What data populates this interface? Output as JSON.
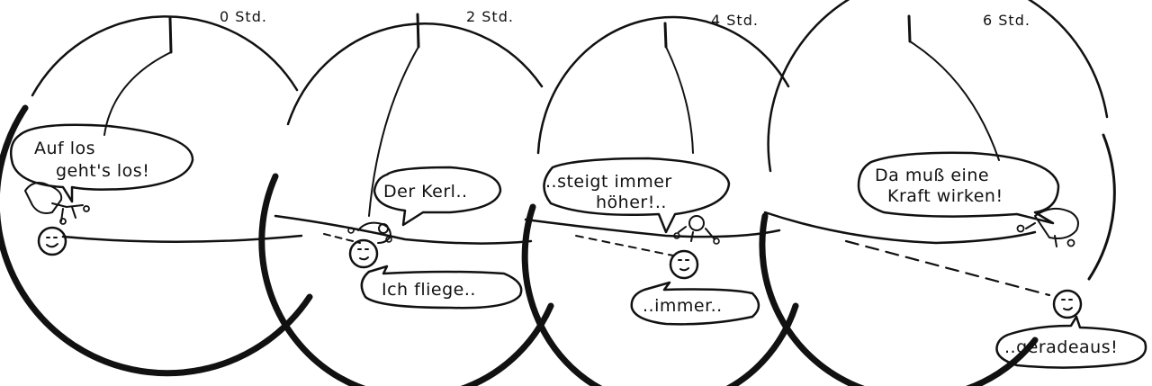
{
  "panels": [
    {
      "time_label": "0 Std.",
      "speech": [
        {
          "lines": [
            "Auf los",
            "geht's los!"
          ]
        }
      ]
    },
    {
      "time_label": "2 Std.",
      "speech": [
        {
          "lines": [
            "Der Kerl.."
          ]
        },
        {
          "lines": [
            "Ich fliege.."
          ]
        }
      ]
    },
    {
      "time_label": "4 Std.",
      "speech": [
        {
          "lines": [
            "..steigt immer",
            "höher!.."
          ]
        },
        {
          "lines": [
            "..immer.."
          ]
        }
      ]
    },
    {
      "time_label": "6 Std.",
      "speech": [
        {
          "lines": [
            "Da muß eine",
            "Kraft wirken!"
          ]
        },
        {
          "lines": [
            "..geradeaus!"
          ]
        }
      ]
    }
  ]
}
